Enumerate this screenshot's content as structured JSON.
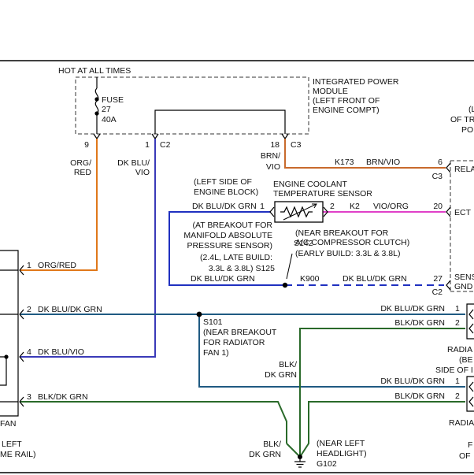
{
  "colors": {
    "org_red": "#e0781a",
    "brn_vio": "#c86a2c",
    "dk_blu_vio": "#3a3ab8",
    "dk_blu_dk_grn": "#1f5a82",
    "blu_loop": "#2030c0",
    "vio_org": "#e040c8",
    "blk_dk_grn": "#2a6a2a"
  },
  "ipm": {
    "hot": "HOT AT ALL TIMES",
    "fuse": "FUSE",
    "fuse_num": "27",
    "fuse_amp": "40A",
    "title_1": "INTEGRATED POWER",
    "title_2": "MODULE",
    "title_3": "(LEFT FRONT OF",
    "title_4": "ENGINE COMPT)",
    "pin_9": "9",
    "pin_1": "1",
    "conn_c2": "C2",
    "pin_18": "18",
    "conn_c3": "C3"
  },
  "wires": {
    "org_red_1": "ORG/",
    "org_red_2": "RED",
    "dk_blu_vio_1": "DK BLU/",
    "dk_blu_vio_2": "VIO",
    "brn_vio_1": "BRN/",
    "brn_vio_2": "VIO",
    "k173": "K173",
    "k173_color": "BRN/VIO",
    "k2": "K2",
    "k2_color": "VIO/ORG",
    "k900": "K900",
    "loop_label": "DK BLU/DK GRN",
    "sens_gnd_color": "DK BLU/DK GRN",
    "sensor_left_color": "DK BLU/DK GRN",
    "s125_color": "DK BLU/DK GRN"
  },
  "relay": {
    "pin_6": "6",
    "conn_c3": "C3",
    "label": "RELA",
    "pin_20": "20",
    "ect": "ECT",
    "pin_27": "27",
    "conn_c2": "C2",
    "sens": "SENS",
    "gnd": "GND",
    "note_1": "(L",
    "note_2": "OF TR",
    "note_3": "PO"
  },
  "sensor": {
    "loc_1": "(LEFT SIDE OF",
    "loc_2": "ENGINE BLOCK)",
    "title_1": "ENGINE COOLANT",
    "title_2": "TEMPERATURE SENSOR",
    "pin_1": "1",
    "pin_2": "2"
  },
  "s125": {
    "note_1": "(AT BREAKOUT FOR",
    "note_2": "MANIFOLD ABSOLUTE",
    "note_3": "PRESSURE SENSOR)",
    "note_4": "(2.4L, LATE BUILD:",
    "note_5": "3.3L & 3.8L) S125"
  },
  "s142": {
    "id": "S142",
    "note_1": "(NEAR BREAKOUT FOR",
    "note_2": "A/C COMPRESSOR CLUTCH)",
    "note_3": "(EARLY BUILD: 3.3L & 3.8L)"
  },
  "left": {
    "pin_1": "1",
    "w1": "ORG/RED",
    "pin_2": "2",
    "w2": "DK BLU/DK GRN",
    "pin_4": "4",
    "w4": "DK BLU/VIO",
    "pin_3": "3",
    "w3": "BLK/DK GRN",
    "fan": "FAN",
    "loc_1": "LEFT",
    "loc_2": "ME RAIL)"
  },
  "s101": {
    "id": "S101",
    "note_1": "(NEAR BREAKOUT",
    "note_2": "FOR RADIATOR",
    "note_3": "FAN 1)",
    "blk_1": "BLK/",
    "blk_2": "DK GRN"
  },
  "ground": {
    "blk_1": "BLK/",
    "blk_2": "DK GRN",
    "note_1": "(NEAR LEFT",
    "note_2": "HEADLIGHT)",
    "id": "G102"
  },
  "right": {
    "w_top1": "DK BLU/DK GRN",
    "pin_top1": "1",
    "w_top2": "BLK/DK GRN",
    "pin_top2": "2",
    "rad_1": "RADIA",
    "rad_2": "(BE",
    "rad_3": "SIDE OF I",
    "w_bot1": "DK BLU/DK GRN",
    "pin_bot1": "1",
    "w_bot2": "BLK/DK GRN",
    "pin_bot2": "2",
    "rad_4": "RADIA",
    "rad_5": "F",
    "rad_6": "OF"
  }
}
